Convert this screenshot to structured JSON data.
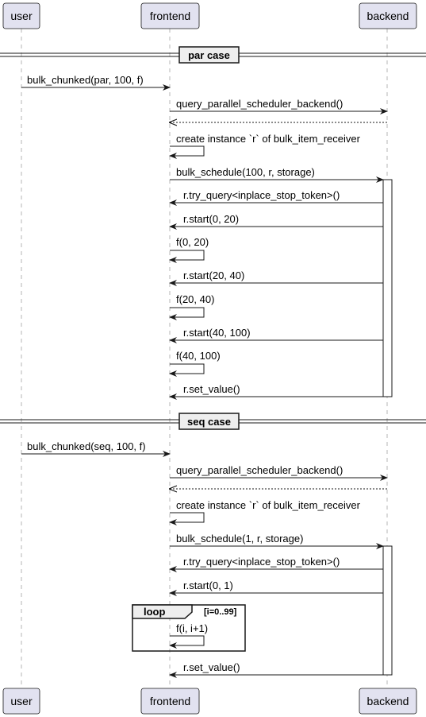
{
  "participants": [
    {
      "id": "user",
      "label": "user"
    },
    {
      "id": "frontend",
      "label": "frontend"
    },
    {
      "id": "backend",
      "label": "backend"
    }
  ],
  "dividers": [
    {
      "label": "par case"
    },
    {
      "label": "seq case"
    }
  ],
  "messages": [
    {
      "label": "bulk_chunked(par, 100, f)"
    },
    {
      "label": "query_parallel_scheduler_backend()"
    },
    {
      "label": ""
    },
    {
      "label": "create instance `r` of bulk_item_receiver"
    },
    {
      "label": "bulk_schedule(100, r, storage)"
    },
    {
      "label": "r.try_query<inplace_stop_token>()"
    },
    {
      "label": "r.start(0, 20)"
    },
    {
      "label": "f(0, 20)"
    },
    {
      "label": "r.start(20, 40)"
    },
    {
      "label": "f(20, 40)"
    },
    {
      "label": "r.start(40, 100)"
    },
    {
      "label": "f(40, 100)"
    },
    {
      "label": "r.set_value()"
    },
    {
      "label": "bulk_chunked(seq, 100, f)"
    },
    {
      "label": "query_parallel_scheduler_backend()"
    },
    {
      "label": ""
    },
    {
      "label": "create instance `r` of bulk_item_receiver"
    },
    {
      "label": "bulk_schedule(1, r, storage)"
    },
    {
      "label": "r.try_query<inplace_stop_token>()"
    },
    {
      "label": "r.start(0, 1)"
    },
    {
      "label": "f(i, i+1)"
    },
    {
      "label": "r.set_value()"
    }
  ],
  "loop": {
    "keyword": "loop",
    "condition": "[i=0..99]"
  }
}
